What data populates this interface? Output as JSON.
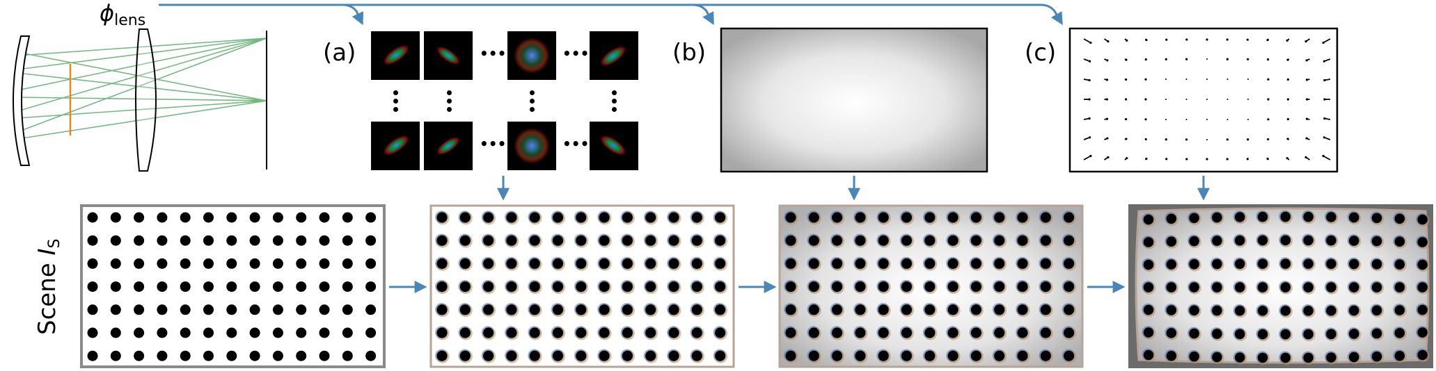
{
  "lens": {
    "phi": "ϕ",
    "sub": "lens"
  },
  "panels": {
    "a": "(a)",
    "b": "(b)",
    "c": "(c)"
  },
  "ellipsis": "•••",
  "scene": {
    "text": "Scene ",
    "symbol": "I",
    "sub": "S"
  },
  "colors": {
    "flow_arrow": "#4a86b8",
    "ray_green": "#5cae6a",
    "aperture": "#e08a1e",
    "frame_gray": "#8a8a8a",
    "frame_tan": "#b9a394",
    "dark_border": "#6b6b6b"
  },
  "dot_grid": {
    "rows": 7,
    "cols": 13
  },
  "icons": [
    "lens-diagram",
    "psf-tile",
    "vignetting-map",
    "distortion-field",
    "dot-grid"
  ]
}
